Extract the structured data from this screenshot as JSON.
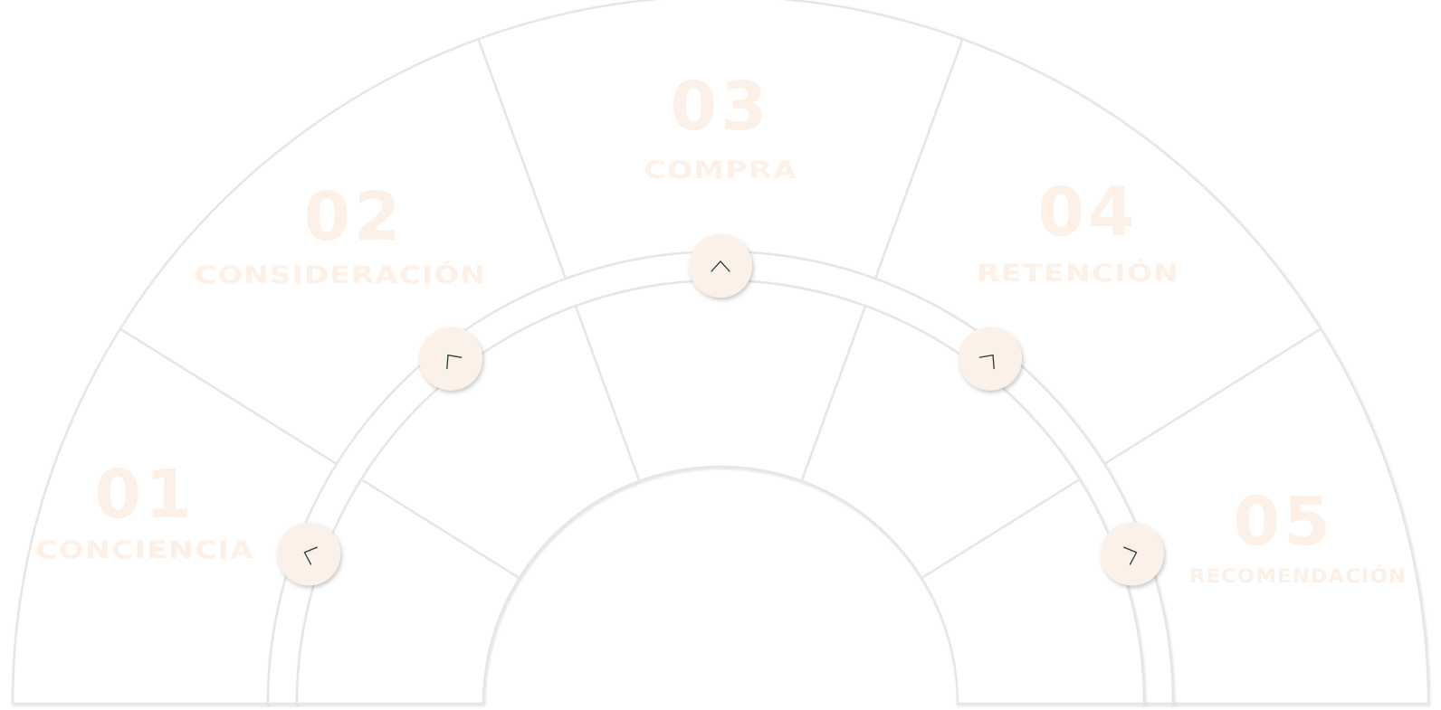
{
  "stages": [
    {
      "number": "01",
      "label": "CONCIENCIA",
      "arrow_icon": "arrow-diagonal-icon"
    },
    {
      "number": "02",
      "label": "CONSIDERACIÓN",
      "arrow_icon": "arrow-diagonal-icon"
    },
    {
      "number": "03",
      "label": "COMPRA",
      "arrow_icon": "chevron-up-icon"
    },
    {
      "number": "04",
      "label": "RETENCIÓN",
      "arrow_icon": "arrow-diagonal-icon"
    },
    {
      "number": "05",
      "label": "RECOMENDACIÓN",
      "arrow_icon": "arrow-diagonal-icon"
    }
  ],
  "colors": {
    "text": "#fcf0e7",
    "outline": "#e6e6e6",
    "button": "#fbf1e9",
    "icon": "#1f3a33"
  }
}
